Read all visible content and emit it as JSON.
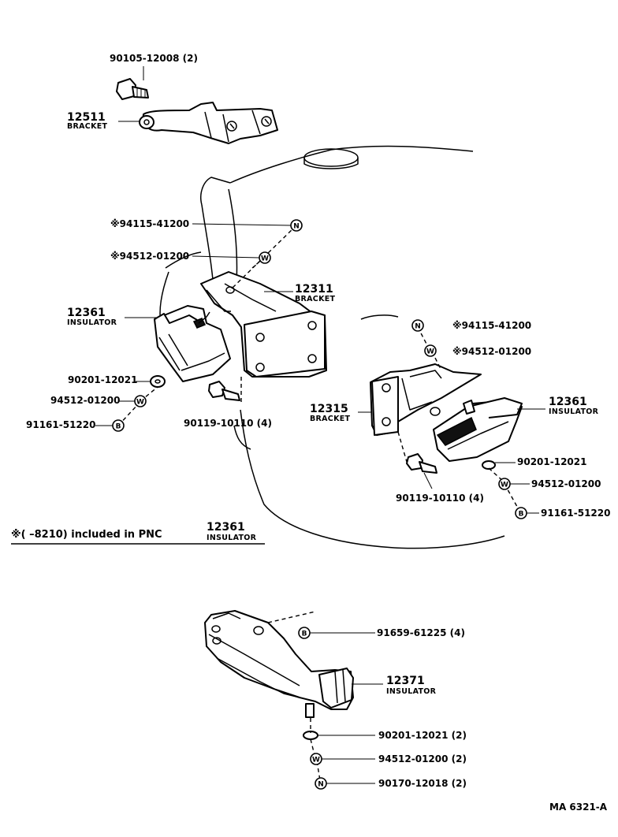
{
  "parts": {
    "bolt_top": "90105-12008 (2)",
    "bracket_12511": {
      "pnc": "12511",
      "name": "BRACKET"
    },
    "nut_94115_l": "※94115-41200",
    "washer_94512_l": "※94512-01200",
    "bracket_12311": {
      "pnc": "12311",
      "name": "BRACKET"
    },
    "insulator_left": {
      "pnc": "12361",
      "name": "INSULATOR"
    },
    "washer_90201_l": "90201-12021",
    "washer_94512_lb": "94512-01200",
    "bolt_91161_l": "91161-51220",
    "bolt_90119_l": "90119-10110 (4)",
    "nut_94115_r": "※94115-41200",
    "washer_94512_r": "※94512-01200",
    "bracket_12315": {
      "pnc": "12315",
      "name": "BRACKET"
    },
    "insulator_right": {
      "pnc": "12361",
      "name": "INSULATOR"
    },
    "washer_90201_r": "90201-12021",
    "washer_94512_rb": "94512-01200",
    "bolt_91161_r": "91161-51220",
    "bolt_90119_r": "90119-10110 (4)",
    "bolt_91659": "91659-61225 (4)",
    "insulator_rear": {
      "pnc": "12371",
      "name": "INSULATOR"
    },
    "washer_90201_rear": "90201-12021 (2)",
    "washer_94512_rear": "94512-01200 (2)",
    "nut_90170_rear": "90170-12018 (2)"
  },
  "note": {
    "text": "※(      –8210) included in PNC",
    "pnc": "12361",
    "name": "INSULATOR"
  },
  "badges": {
    "nut": "N",
    "washer": "W",
    "bolt": "B"
  },
  "figure_code": "MA  6321-A"
}
